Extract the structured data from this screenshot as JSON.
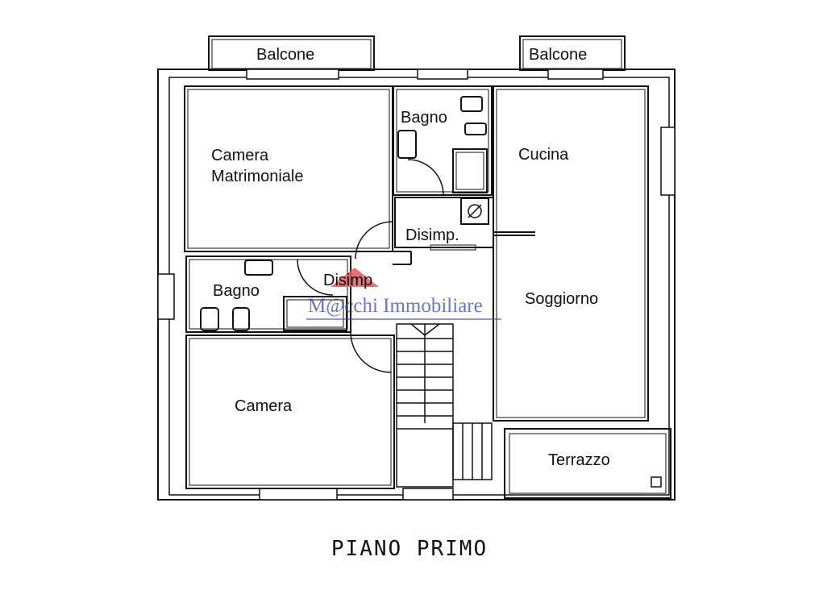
{
  "rooms": {
    "balcone_left": "Balcone",
    "balcone_right": "Balcone",
    "camera_matrimoniale_line1": "Camera",
    "camera_matrimoniale_line2": "Matrimoniale",
    "bagno_top": "Bagno",
    "cucina": "Cucina",
    "disimp_top": "Disimp.",
    "disimp_center": "Disimp",
    "bagno_left": "Bagno",
    "soggiorno": "Soggiorno",
    "camera": "Camera",
    "terrazzo": "Terrazzo"
  },
  "watermark": {
    "text": "M@cchi Immobiliare",
    "color": "#3949b0",
    "roof_color": "#e05a5a"
  },
  "title": "PIANO PRIMO"
}
